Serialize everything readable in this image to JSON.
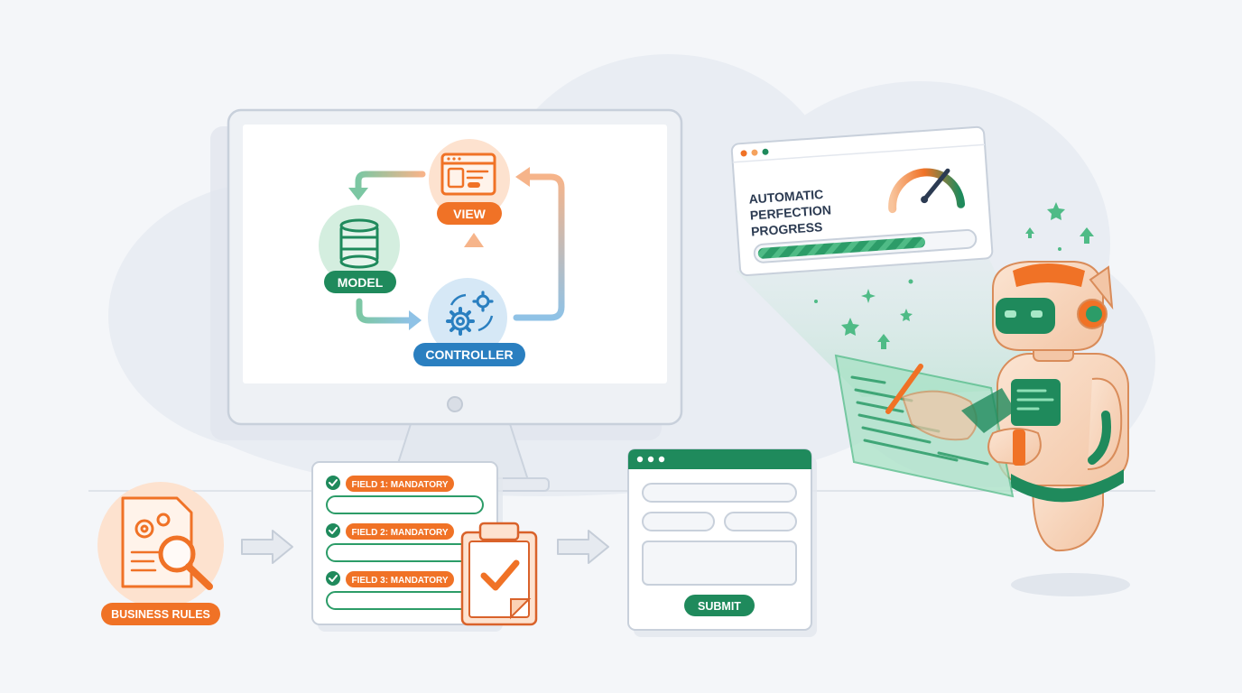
{
  "mvc": {
    "view_label": "VIEW",
    "model_label": "MODEL",
    "controller_label": "CONTROLLER"
  },
  "progress_panel": {
    "title_line1": "AUTOMATIC",
    "title_line2": "PERFECTION",
    "title_line3": "PROGRESS",
    "progress_fraction": 0.78
  },
  "business_rules": {
    "label": "BUSINESS RULES"
  },
  "checklist": {
    "fields": [
      {
        "label": "FIELD 1: MANDATORY"
      },
      {
        "label": "FIELD 2: MANDATORY"
      },
      {
        "label": "FIELD 3: MANDATORY"
      }
    ]
  },
  "form": {
    "submit_label": "SUBMIT"
  },
  "colors": {
    "orange": "#f07226",
    "green": "#1f8a5c",
    "blue": "#2a7fc0",
    "background": "#f4f6f9"
  }
}
